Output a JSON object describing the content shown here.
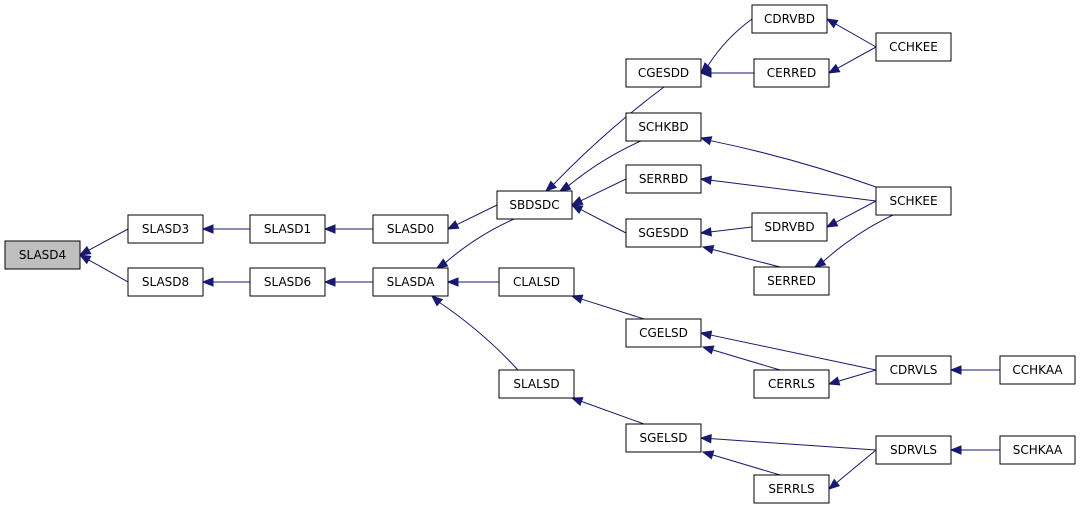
{
  "graph": {
    "colors": {
      "edge": "#191970",
      "node_fill": "#ffffff",
      "root_fill": "#bfbfbf",
      "border": "#000000"
    },
    "nodes": [
      {
        "id": "SLASD4",
        "label": "SLASD4",
        "root": true
      },
      {
        "id": "SLASD3",
        "label": "SLASD3"
      },
      {
        "id": "SLASD8",
        "label": "SLASD8"
      },
      {
        "id": "SLASD1",
        "label": "SLASD1"
      },
      {
        "id": "SLASD6",
        "label": "SLASD6"
      },
      {
        "id": "SLASD0",
        "label": "SLASD0"
      },
      {
        "id": "SLASDA",
        "label": "SLASDA"
      },
      {
        "id": "SBDSDC",
        "label": "SBDSDC"
      },
      {
        "id": "CLALSD",
        "label": "CLALSD"
      },
      {
        "id": "SLALSD",
        "label": "SLALSD"
      },
      {
        "id": "CGESDD",
        "label": "CGESDD"
      },
      {
        "id": "SCHKBD",
        "label": "SCHKBD"
      },
      {
        "id": "SERRBD",
        "label": "SERRBD"
      },
      {
        "id": "SGESDD",
        "label": "SGESDD"
      },
      {
        "id": "CGELSD",
        "label": "CGELSD"
      },
      {
        "id": "SGELSD",
        "label": "SGELSD"
      },
      {
        "id": "CDRVBD",
        "label": "CDRVBD"
      },
      {
        "id": "CERRED",
        "label": "CERRED"
      },
      {
        "id": "SDRVBD",
        "label": "SDRVBD"
      },
      {
        "id": "SERRED",
        "label": "SERRED"
      },
      {
        "id": "CERRLS",
        "label": "CERRLS"
      },
      {
        "id": "SERRLS",
        "label": "SERRLS"
      },
      {
        "id": "CCHKEE",
        "label": "CCHKEE"
      },
      {
        "id": "SCHKEE",
        "label": "SCHKEE"
      },
      {
        "id": "CDRVLS",
        "label": "CDRVLS"
      },
      {
        "id": "SDRVLS",
        "label": "SDRVLS"
      },
      {
        "id": "CCHKAA",
        "label": "CCHKAA"
      },
      {
        "id": "SCHKAA",
        "label": "SCHKAA"
      }
    ],
    "edges": [
      {
        "from": "SLASD3",
        "to": "SLASD4"
      },
      {
        "from": "SLASD8",
        "to": "SLASD4"
      },
      {
        "from": "SLASD1",
        "to": "SLASD3"
      },
      {
        "from": "SLASD6",
        "to": "SLASD8"
      },
      {
        "from": "SLASD0",
        "to": "SLASD1"
      },
      {
        "from": "SLASDA",
        "to": "SLASD6"
      },
      {
        "from": "SBDSDC",
        "to": "SLASD0"
      },
      {
        "from": "SBDSDC",
        "to": "SLASDA"
      },
      {
        "from": "CLALSD",
        "to": "SLASDA"
      },
      {
        "from": "SLALSD",
        "to": "SLASDA"
      },
      {
        "from": "CGESDD",
        "to": "SBDSDC"
      },
      {
        "from": "SCHKBD",
        "to": "SBDSDC"
      },
      {
        "from": "SERRBD",
        "to": "SBDSDC"
      },
      {
        "from": "SGESDD",
        "to": "SBDSDC"
      },
      {
        "from": "CGELSD",
        "to": "CLALSD"
      },
      {
        "from": "SGELSD",
        "to": "SLALSD"
      },
      {
        "from": "CDRVBD",
        "to": "CGESDD"
      },
      {
        "from": "CERRED",
        "to": "CGESDD"
      },
      {
        "from": "CCHKEE",
        "to": "CDRVBD"
      },
      {
        "from": "CCHKEE",
        "to": "CERRED"
      },
      {
        "from": "SCHKEE",
        "to": "SCHKBD"
      },
      {
        "from": "SCHKEE",
        "to": "SERRBD"
      },
      {
        "from": "SDRVBD",
        "to": "SGESDD"
      },
      {
        "from": "SERRED",
        "to": "SGESDD"
      },
      {
        "from": "SCHKEE",
        "to": "SDRVBD"
      },
      {
        "from": "SCHKEE",
        "to": "SERRED"
      },
      {
        "from": "CDRVLS",
        "to": "CGELSD"
      },
      {
        "from": "CERRLS",
        "to": "CGELSD"
      },
      {
        "from": "CDRVLS",
        "to": "CERRLS"
      },
      {
        "from": "CCHKAA",
        "to": "CDRVLS"
      },
      {
        "from": "SDRVLS",
        "to": "SGELSD"
      },
      {
        "from": "SERRLS",
        "to": "SGELSD"
      },
      {
        "from": "SDRVLS",
        "to": "SERRLS"
      },
      {
        "from": "SCHKAA",
        "to": "SDRVLS"
      }
    ]
  }
}
